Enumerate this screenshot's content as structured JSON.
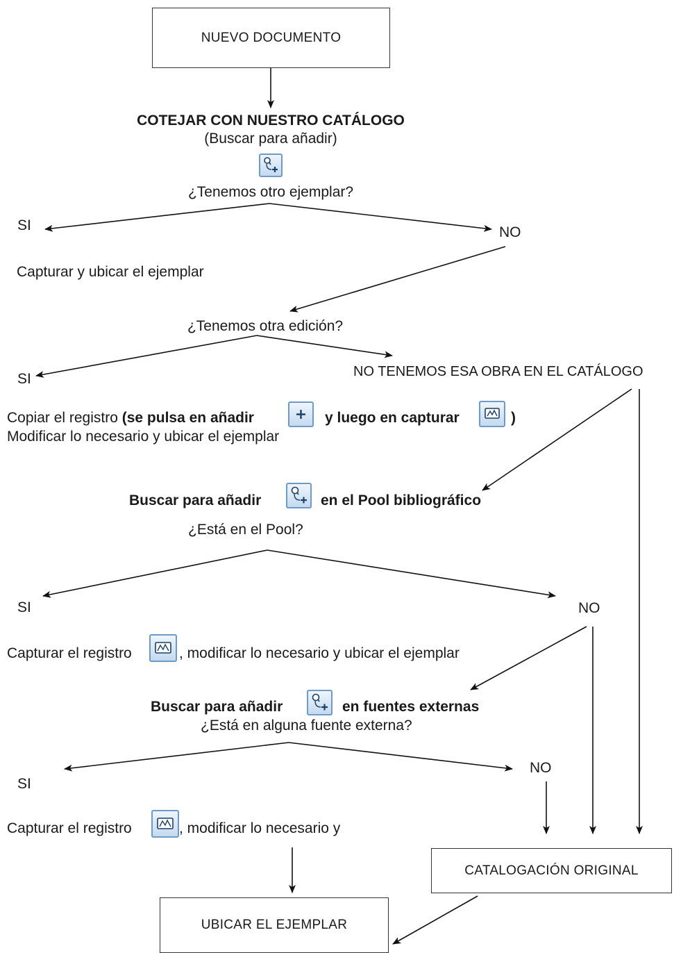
{
  "boxes": {
    "start": "NUEVO DOCUMENTO",
    "original": "CATALOGACIÓN ORIGINAL",
    "end": "UBICAR EL EJEMPLAR"
  },
  "step1": {
    "title": "COTEJAR CON NUESTRO CATÁLOGO",
    "subtitle": "(Buscar para añadir)",
    "question": "¿Tenemos otro ejemplar?",
    "si": "SI",
    "no": "NO",
    "si_action": "Capturar y ubicar el ejemplar"
  },
  "step2": {
    "question": "¿Tenemos otra edición?",
    "si": "SI",
    "no_text": "NO TENEMOS ESA OBRA EN EL CATÁLOGO",
    "copy_a": "Copiar el registro ",
    "copy_b": "(se pulsa en añadir",
    "copy_c": "y luego en capturar",
    "copy_d": ")",
    "copy_line2": "Modificar lo necesario y ubicar el ejemplar"
  },
  "step3": {
    "title_a": "Buscar para añadir",
    "title_b": "en el Pool bibliográfico",
    "question": "¿Está en el Pool?",
    "si": "SI",
    "no": "NO",
    "si_action_a": "Capturar el registro",
    "si_action_b": ", modificar lo necesario y ubicar el ejemplar"
  },
  "step4": {
    "title_a": "Buscar para añadir",
    "title_b": "en fuentes externas",
    "question": "¿Está en alguna fuente externa?",
    "no": "NO",
    "si": "SI",
    "si_action_a": "Capturar el registro",
    "si_action_b": ", modificar lo necesario y"
  },
  "icons": {
    "search_add": "search-add-icon",
    "add": "add-plus-icon",
    "capture": "capture-icon"
  }
}
